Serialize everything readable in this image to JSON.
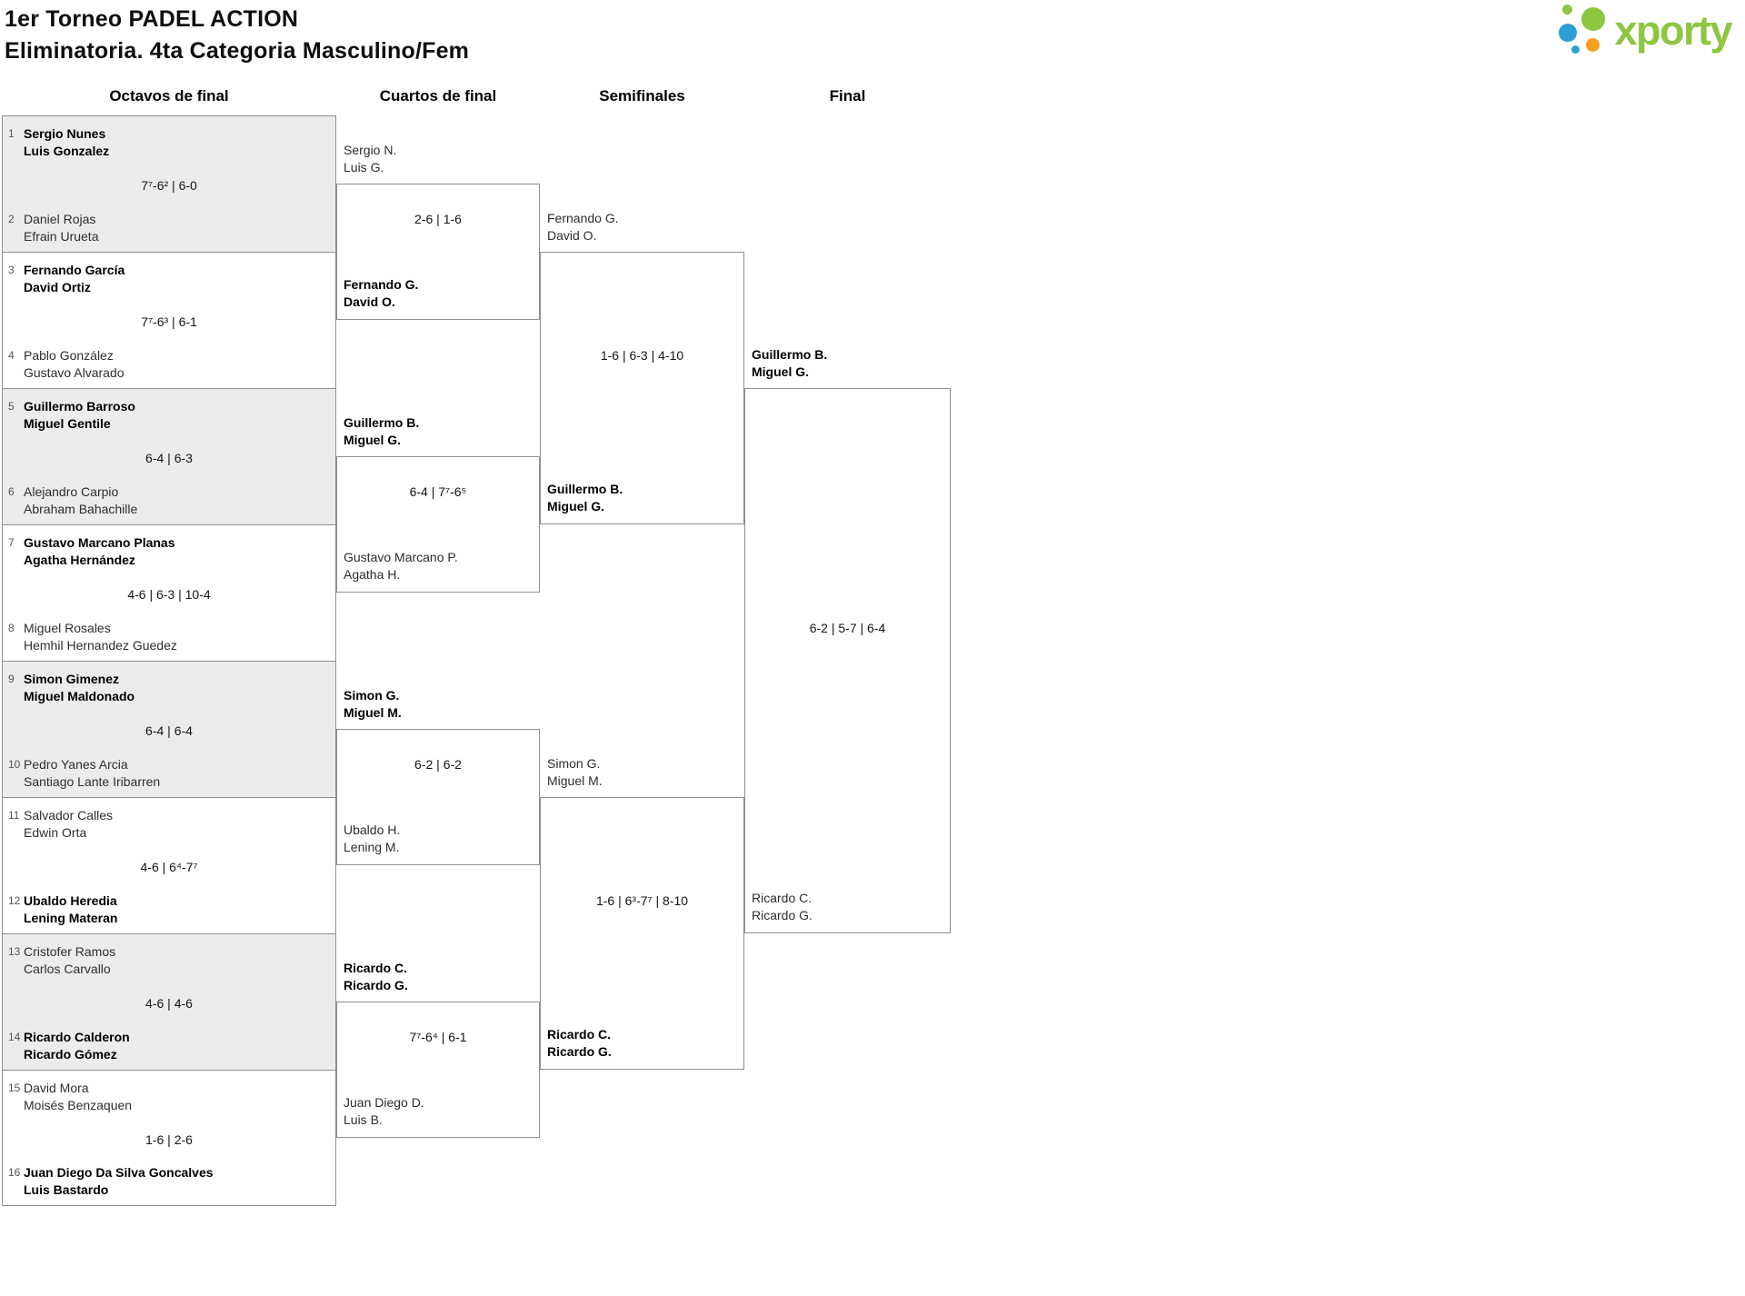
{
  "header": {
    "title_line1": "1er Torneo PADEL ACTION",
    "title_line2": "Eliminatoria. 4ta Categoria Masculino/Fem"
  },
  "logo": {
    "text": "xporty",
    "colors": {
      "green": "#8dc63f",
      "blue": "#2e9fd4",
      "orange": "#f5a01e"
    }
  },
  "round_headers": {
    "r16": "Octavos de final",
    "qf": "Cuartos de final",
    "sf": "Semifinales",
    "final": "Final"
  },
  "r16": [
    {
      "seed_a": "1",
      "team_a": [
        "Sergio Nunes",
        "Luis Gonzalez"
      ],
      "seed_b": "2",
      "team_b": [
        "Daniel Rojas",
        "Efrain Urueta"
      ],
      "score": "7⁷-6² | 6-0",
      "winner": "team_a"
    },
    {
      "seed_a": "3",
      "team_a": [
        "Fernando García",
        "David Ortiz"
      ],
      "seed_b": "4",
      "team_b": [
        "Pablo González",
        "Gustavo Alvarado"
      ],
      "score": "7⁷-6³ | 6-1",
      "winner": "team_a"
    },
    {
      "seed_a": "5",
      "team_a": [
        "Guillermo Barroso",
        "Miguel Gentile"
      ],
      "seed_b": "6",
      "team_b": [
        "Alejandro Carpio",
        "Abraham Bahachille"
      ],
      "score": "6-4 | 6-3",
      "winner": "team_a"
    },
    {
      "seed_a": "7",
      "team_a": [
        "Gustavo Marcano Planas",
        "Agatha Hernández"
      ],
      "seed_b": "8",
      "team_b": [
        "Miguel Rosales",
        "Hemhil Hernandez Guedez"
      ],
      "score": "4-6 | 6-3 | 10-4",
      "winner": "team_a"
    },
    {
      "seed_a": "9",
      "team_a": [
        "Simon Gimenez",
        "Miguel Maldonado"
      ],
      "seed_b": "10",
      "team_b": [
        "Pedro Yanes Arcia",
        "Santiago Lante Iribarren"
      ],
      "score": "6-4 | 6-4",
      "winner": "team_a"
    },
    {
      "seed_a": "11",
      "team_a": [
        "Salvador Calles",
        "Edwin Orta"
      ],
      "seed_b": "12",
      "team_b": [
        "Ubaldo Heredia",
        "Lening Materan"
      ],
      "score": "4-6 | 6⁴-7⁷",
      "winner": "team_b"
    },
    {
      "seed_a": "13",
      "team_a": [
        "Cristofer Ramos",
        "Carlos Carvallo"
      ],
      "seed_b": "14",
      "team_b": [
        "Ricardo Calderon",
        "Ricardo Gómez"
      ],
      "score": "4-6 | 4-6",
      "winner": "team_b"
    },
    {
      "seed_a": "15",
      "team_a": [
        "David Mora",
        "Moisés Benzaquen"
      ],
      "seed_b": "16",
      "team_b": [
        "Juan Diego Da Silva Goncalves",
        "Luis Bastardo"
      ],
      "score": "1-6 | 2-6",
      "winner": "team_b"
    }
  ],
  "qf": [
    {
      "team_a": [
        "Sergio N.",
        "Luis G."
      ],
      "team_b": [
        "Fernando G.",
        "David O."
      ],
      "score": "2-6 | 1-6",
      "winner": "team_b"
    },
    {
      "team_a": [
        "Guillermo B.",
        "Miguel G."
      ],
      "team_b": [
        "Gustavo Marcano P.",
        "Agatha H."
      ],
      "score": "6-4 | 7⁷-6⁵",
      "winner": "team_a"
    },
    {
      "team_a": [
        "Simon G.",
        "Miguel M."
      ],
      "team_b": [
        "Ubaldo H.",
        "Lening M."
      ],
      "score": "6-2 | 6-2",
      "winner": "team_a"
    },
    {
      "team_a": [
        "Ricardo C.",
        "Ricardo G."
      ],
      "team_b": [
        "Juan Diego D.",
        "Luis B."
      ],
      "score": "7⁷-6⁴ | 6-1",
      "winner": "team_a"
    }
  ],
  "sf": [
    {
      "team_a": [
        "Fernando G.",
        "David O."
      ],
      "team_b": [
        "Guillermo B.",
        "Miguel G."
      ],
      "score": "1-6 | 6-3 | 4-10",
      "winner": "team_b"
    },
    {
      "team_a": [
        "Simon G.",
        "Miguel M."
      ],
      "team_b": [
        "Ricardo C.",
        "Ricardo G."
      ],
      "score": "1-6 | 6³-7⁷ | 8-10",
      "winner": "team_b"
    }
  ],
  "final": {
    "team_a": [
      "Guillermo B.",
      "Miguel G."
    ],
    "team_b": [
      "Ricardo C.",
      "Ricardo G."
    ],
    "score": "6-2 | 5-7 | 6-4",
    "winner": "team_a"
  }
}
